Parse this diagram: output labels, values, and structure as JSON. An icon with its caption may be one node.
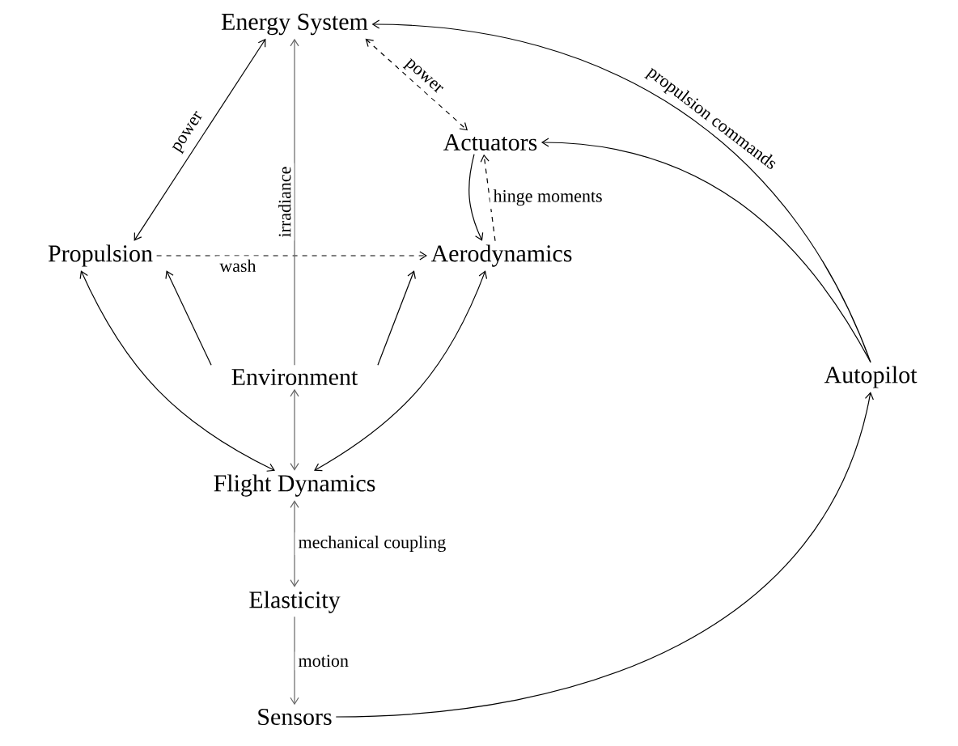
{
  "diagram": {
    "nodes": [
      {
        "text": [
          "Energy System"
        ]
      },
      {
        "text": [
          "Actuators"
        ]
      },
      {
        "text": [
          "Propulsion"
        ]
      },
      {
        "text": [
          "Aerodynamics"
        ]
      },
      {
        "text": [
          "Environment"
        ]
      },
      {
        "text": [
          "Flight Dynamics"
        ]
      },
      {
        "text": [
          "Elasticity"
        ]
      },
      {
        "text": [
          "Sensors"
        ]
      },
      {
        "text": [
          "Autopilot"
        ]
      }
    ],
    "edges": [
      {
        "from": 2,
        "to": 0,
        "arrow": "both",
        "label": "power"
      },
      {
        "from": 0,
        "to": 1,
        "arrow": "both",
        "label": "power",
        "style": "dashed"
      },
      {
        "from": 1,
        "to": 3,
        "arrow": "to"
      },
      {
        "from": 3,
        "to": 1,
        "arrow": "to",
        "label": "hinge moments",
        "style": "dashed"
      },
      {
        "from": 2,
        "to": 3,
        "arrow": "to",
        "label": "wash",
        "style": "dashed"
      },
      {
        "from": 4,
        "to": 0,
        "arrow": "to",
        "label": "irradiance",
        "color": "#666666"
      },
      {
        "from": 4,
        "to": 2,
        "arrow": "to"
      },
      {
        "from": 4,
        "to": 3,
        "arrow": "to"
      },
      {
        "from": 2,
        "to": 5,
        "arrow": "both"
      },
      {
        "from": 3,
        "to": 5,
        "arrow": "both"
      },
      {
        "from": 4,
        "to": 5,
        "arrow": "both",
        "color": "#666666"
      },
      {
        "from": 5,
        "to": 6,
        "arrow": "both",
        "label": "mechanical coupling",
        "color": "#666666"
      },
      {
        "from": 6,
        "to": 7,
        "arrow": "to",
        "label": "motion",
        "color": "#666666"
      },
      {
        "from": 7,
        "to": 8,
        "arrow": "to"
      },
      {
        "from": 8,
        "to": 0,
        "arrow": "to",
        "label": "propulsion commands"
      },
      {
        "from": 8,
        "to": 1,
        "arrow": "to"
      }
    ]
  }
}
